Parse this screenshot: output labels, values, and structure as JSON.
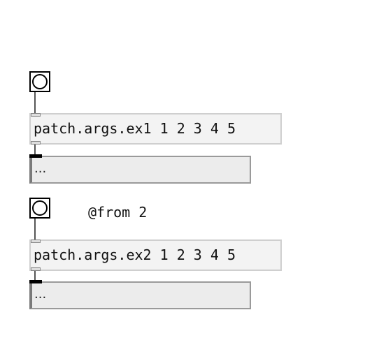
{
  "patch": {
    "example1": {
      "object_text": "patch.args.ex1 1 2 3 4 5",
      "output_text": "..."
    },
    "example2": {
      "comment_text": "@from 2",
      "object_text": "patch.args.ex2 1 2 3 4 5",
      "output_text": "..."
    }
  }
}
